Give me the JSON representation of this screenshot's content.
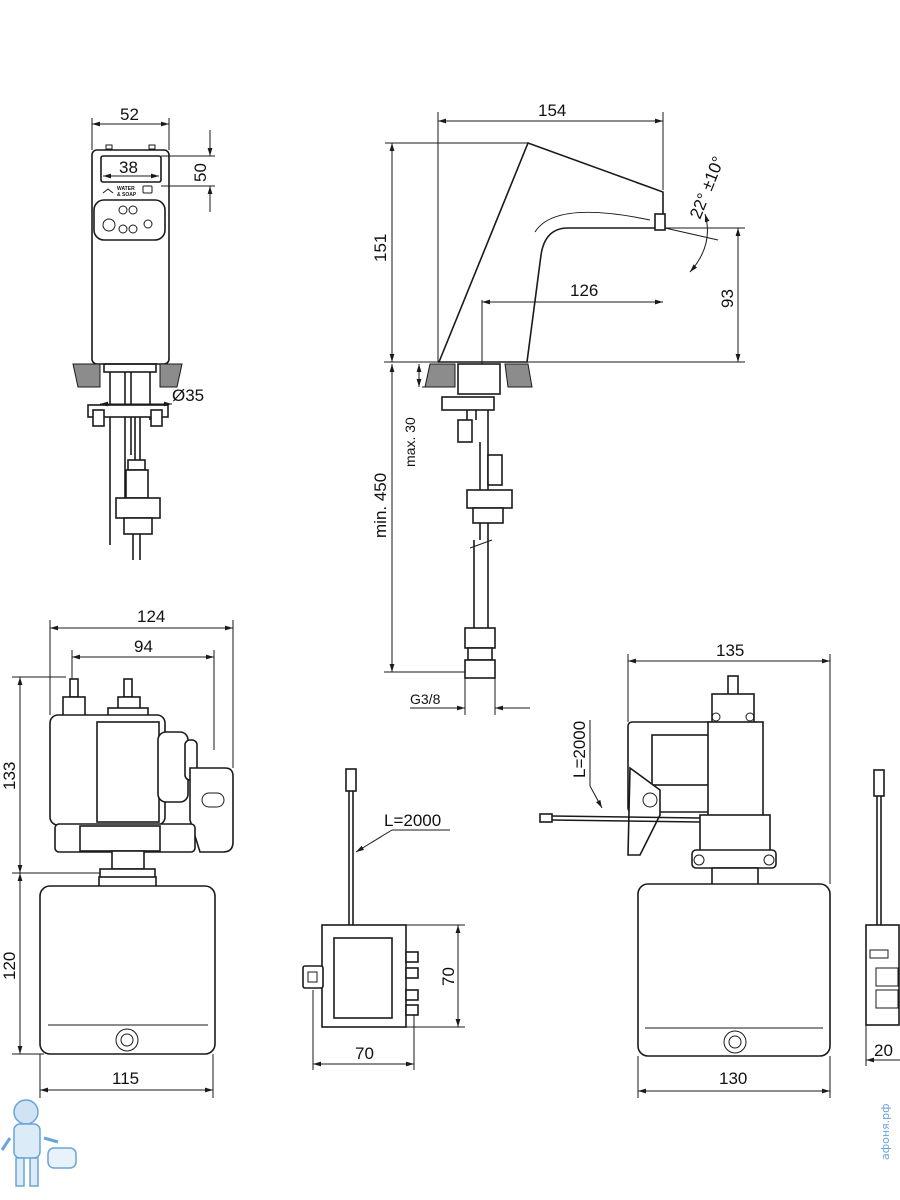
{
  "dimensions": {
    "front_width": "52",
    "display_width": "38",
    "display_height": "50",
    "hole_diameter": "Ø35",
    "spout_length": "154",
    "spout_reach": "126",
    "height": "151",
    "outlet_height": "93",
    "angle": "22° ±10°",
    "max_thickness": "max. 30",
    "min_depth": "min. 450",
    "thread": "G3/8",
    "valve_width": "124",
    "valve_inner_width": "94",
    "valve_height": "133",
    "box_height": "120",
    "box_width": "115",
    "sensor_cable": "L=2000",
    "sensor_height": "70",
    "sensor_width": "70",
    "side_width": "135",
    "side_cable": "L=2000",
    "side_box_width": "130",
    "side_depth": "20"
  },
  "labels": {
    "display_badge_line1": "WATER",
    "display_badge_line2": "& SOAP"
  },
  "watermark": "афоня.рф",
  "colors": {
    "line": "#1a1a1a",
    "counter_hatch": "#8c8c8c",
    "watermark": "#6aa4d8"
  }
}
